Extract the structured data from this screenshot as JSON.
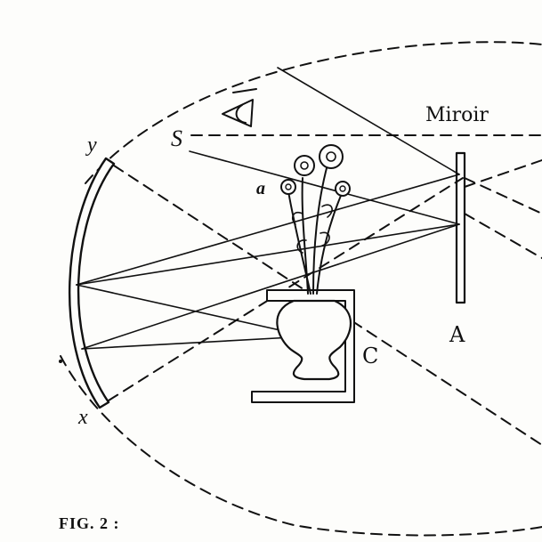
{
  "figure": {
    "caption": "FIG. 2 :",
    "labels": {
      "mirror": "Miroir",
      "mirror_point": "A",
      "stand": "C",
      "flower": "a",
      "top_rim": "y",
      "bottom_rim": "x",
      "observer": "S"
    }
  }
}
